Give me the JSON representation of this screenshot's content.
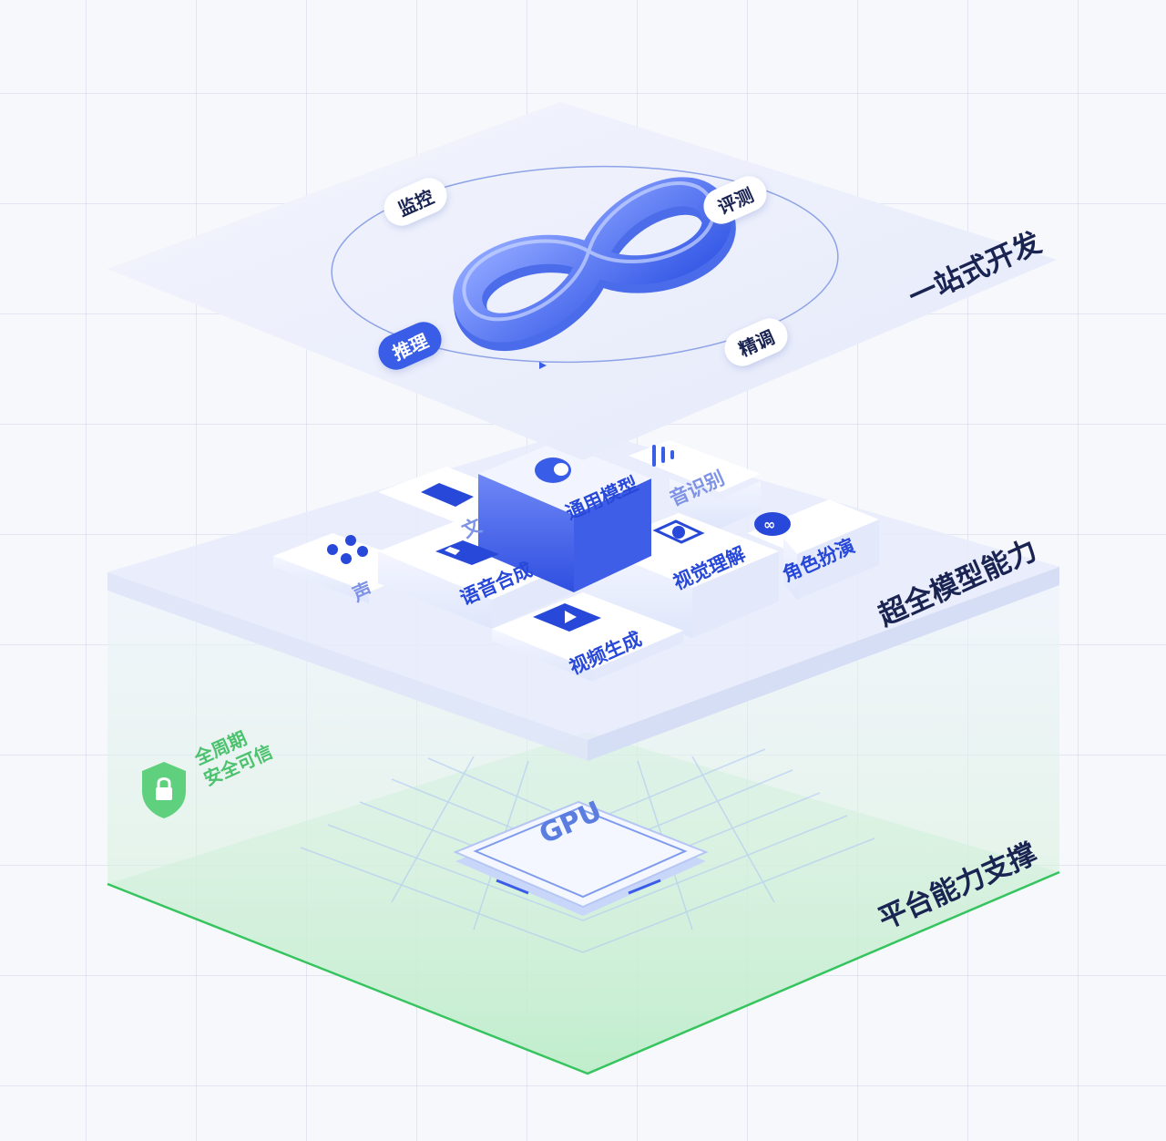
{
  "layers": {
    "top": "一站式开发",
    "middle": "超全模型能力",
    "bottom": "平台能力支撑"
  },
  "cycle": {
    "monitor": "监控",
    "evaluate": "评测",
    "infer": "推理",
    "finetune": "精调"
  },
  "models": {
    "general": "通用模型",
    "speech_recognition": "音识别",
    "tts": "语音合成",
    "vision": "视觉理解",
    "roleplay": "角色扮演",
    "video_gen": "视频生成",
    "partial_left_top": "文",
    "partial_left_bottom": "声"
  },
  "security": {
    "line1": "全周期",
    "line2": "安全可信"
  },
  "gpu": "GPU",
  "colors": {
    "accent": "#3a5de8",
    "title": "#1a2452",
    "green": "#4cc26e"
  }
}
